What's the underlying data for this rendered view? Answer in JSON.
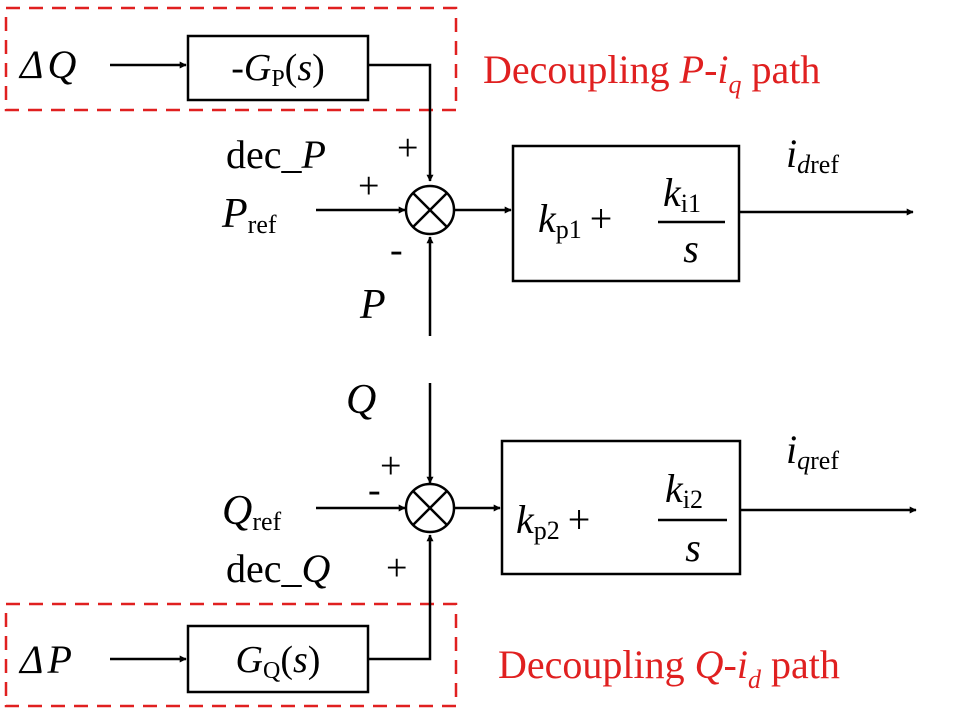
{
  "colors": {
    "annotation": "#e02020",
    "lines": "#000000"
  },
  "upper_loop": {
    "decoupling_label": {
      "prefix": "Decoupling ",
      "var1": "P",
      "dash": "-",
      "var2": "i",
      "var2_sub": "q",
      "suffix": " path"
    },
    "delta_input": {
      "symbol": "Δ",
      "var": "Q"
    },
    "decoupling_block": {
      "prefix": "-",
      "main": "G",
      "sub": "P",
      "open": "(",
      "arg": "s",
      "close": ")"
    },
    "dec_signal": {
      "prefix": "dec_",
      "var": "P"
    },
    "ref_input": {
      "main": "P",
      "sub": "ref"
    },
    "feedback": {
      "var": "P"
    },
    "signs": {
      "dec": "+",
      "ref": "+",
      "feedback": "-"
    },
    "pi_block": {
      "kp": "k",
      "kp_sub": "p1",
      "plus": "+",
      "ki": "k",
      "ki_sub": "i1",
      "den": "s"
    },
    "output": {
      "main": "i",
      "sub1": "d",
      "sub2": "ref"
    }
  },
  "lower_loop": {
    "decoupling_label": {
      "prefix": "Decoupling ",
      "var1": "Q",
      "dash": "-",
      "var2": "i",
      "var2_sub": "d",
      "suffix": " path"
    },
    "delta_input": {
      "symbol": "Δ",
      "var": "P"
    },
    "decoupling_block": {
      "main": "G",
      "sub": "Q",
      "open": "(",
      "arg": "s",
      "close": ")"
    },
    "dec_signal": {
      "prefix": "dec_",
      "var": "Q"
    },
    "ref_input": {
      "main": "Q",
      "sub": "ref"
    },
    "feedback": {
      "var": "Q"
    },
    "signs": {
      "dec": "+",
      "ref": "-",
      "feedback": "+"
    },
    "pi_block": {
      "kp": "k",
      "kp_sub": "p2",
      "plus": "+",
      "ki": "k",
      "ki_sub": "i2",
      "den": "s"
    },
    "output": {
      "main": "i",
      "sub1": "q",
      "sub2": "ref"
    }
  }
}
